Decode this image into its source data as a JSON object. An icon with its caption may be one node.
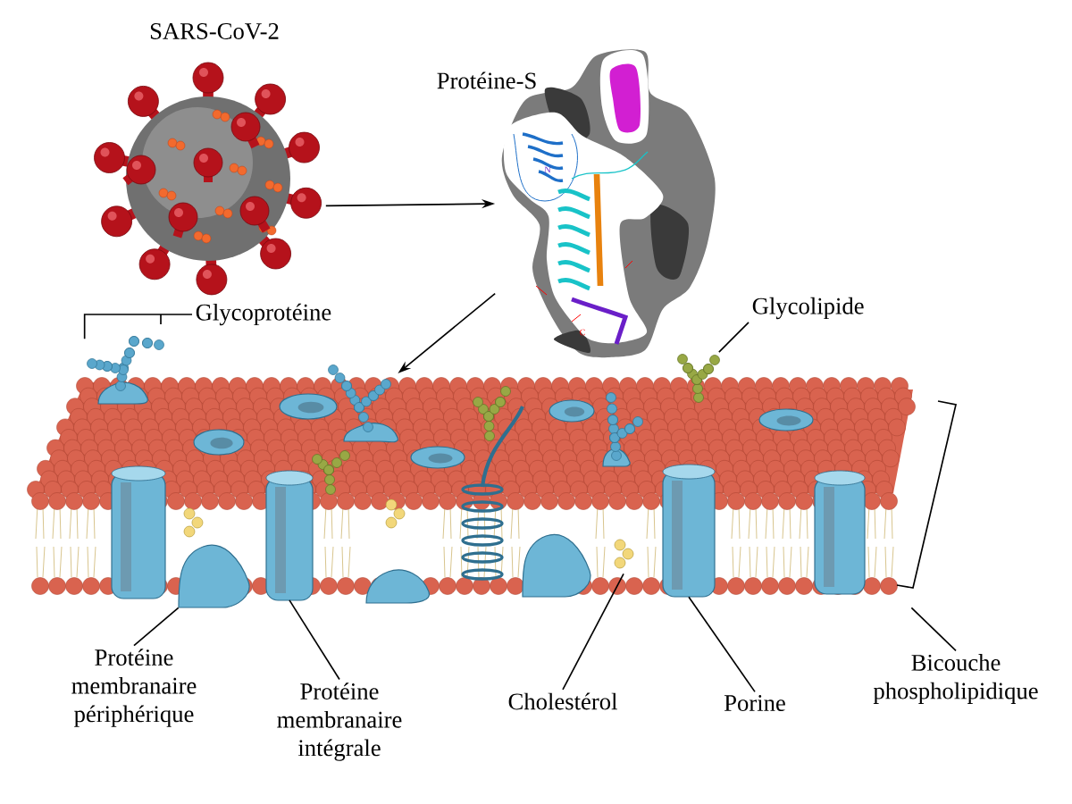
{
  "diagram": {
    "nodes": [
      {
        "text": [
          "SARS-CoV-2"
        ]
      },
      {
        "text": [
          "Protéine-S"
        ]
      },
      {
        "text": [],
        "shape": "picture"
      },
      {
        "text": [
          "Glycoprotéine"
        ]
      },
      {
        "text": [
          "Glycolipide"
        ]
      },
      {
        "text": [
          "Protéine membranaire périphérique"
        ]
      },
      {
        "text": [
          "Protéine membranaire intégrale"
        ]
      },
      {
        "text": [
          "Cholestérol"
        ]
      },
      {
        "text": [
          "Porine"
        ]
      },
      {
        "text": [
          "Bicouche phospholipidique"
        ]
      },
      {
        "text": [],
        "shape": "picture"
      },
      {
        "text": [],
        "shape": "picture"
      },
      {
        "text": [],
        "shape": "picture"
      },
      {
        "text": [],
        "shape": "picture"
      },
      {
        "text": [],
        "shape": "picture"
      },
      {
        "text": [],
        "shape": "picture"
      },
      {
        "text": [],
        "shape": "picture"
      }
    ],
    "edges": [
      {
        "from": 0,
        "to": 1,
        "arrow": "to"
      },
      {
        "from": 1,
        "to": 16,
        "arrow": "to"
      },
      {
        "from": 3,
        "to": 10,
        "arrow": "none"
      },
      {
        "from": 4,
        "to": 11,
        "arrow": "none"
      },
      {
        "from": 5,
        "to": 12,
        "arrow": "none"
      },
      {
        "from": 6,
        "to": 13,
        "arrow": "none"
      },
      {
        "from": 7,
        "to": 14,
        "arrow": "none"
      },
      {
        "from": 8,
        "to": 15,
        "arrow": "none"
      },
      {
        "from": 9,
        "to": 2,
        "arrow": "none"
      }
    ],
    "labels": [
      "N",
      "C"
    ]
  }
}
